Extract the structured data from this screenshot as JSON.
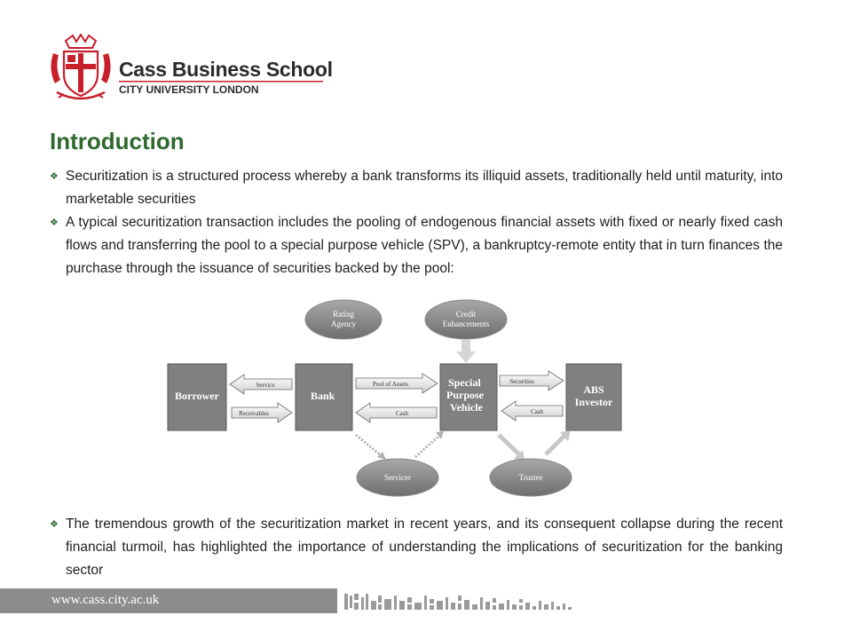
{
  "header": {
    "school_name": "Cass Business School",
    "school_sub": "CITY UNIVERSITY LONDON"
  },
  "title": "Introduction",
  "bullets": [
    "Securitization is a structured process whereby a bank transforms its illiquid assets, traditionally held until maturity, into marketable securities",
    "A typical securitization transaction includes the pooling of endogenous financial assets with fixed or nearly fixed cash flows and transferring the pool to a special purpose vehicle (SPV), a bankruptcy-remote entity that in turn finances the purchase through the issuance of securities backed by the pool:",
    "The tremendous growth of the securitization market in recent years, and its consequent collapse during the recent financial turmoil, has highlighted the importance of understanding the implications of securitization for the banking sector"
  ],
  "diagram": {
    "boxes": {
      "borrower": "Borrower",
      "bank": "Bank",
      "spv_line1": "Special",
      "spv_line2": "Purpose",
      "spv_line3": "Vehicle",
      "abs_line1": "ABS",
      "abs_line2": "Investor"
    },
    "ovals": {
      "rating_line1": "Rating",
      "rating_line2": "Agency",
      "credit_line1": "Credit",
      "credit_line2": "Enhancements",
      "servicer": "Servicer",
      "trustee": "Trustee"
    },
    "arrows": {
      "service": "Service",
      "receivables": "Receivables",
      "pool_of_assets": "Pool of Assets",
      "cash_bank": "Cash",
      "securities": "Securities",
      "cash_abs": "Cash"
    }
  },
  "footer": {
    "url": "www.cass.city.ac.uk"
  },
  "colors": {
    "title_green": "#2e6a2e",
    "crest_red": "#c8202a",
    "box_gray": "#808080",
    "footer_gray": "#8c8c8c"
  }
}
